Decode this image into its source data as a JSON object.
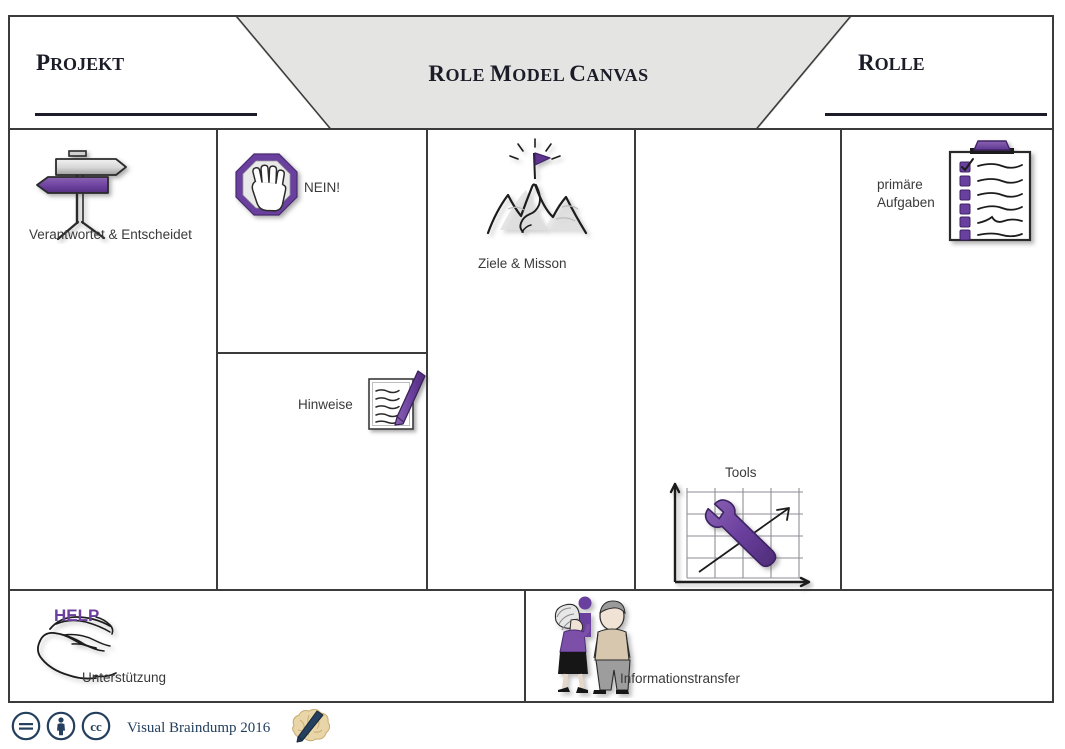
{
  "header": {
    "left_label": "PROJEKT",
    "left_label_display": "Projekt",
    "title": "ROLE MODEL CANVAS",
    "title_display": "Role Model Canvas",
    "right_label": "ROLLE",
    "right_label_display": "Rolle",
    "left_fill_line": "",
    "right_fill_line": "",
    "trapezoid_color": "#e4e4e2"
  },
  "cells": {
    "verantwortet": {
      "label": "Verantwortet & Entscheidet",
      "icon": "signpost-icon"
    },
    "nein": {
      "label": "NEIN!",
      "icon": "stop-hand-icon"
    },
    "hinweise": {
      "label": "Hinweise",
      "icon": "notepad-pen-icon"
    },
    "ziele": {
      "label": "Ziele & Misson",
      "icon": "mountain-flag-icon"
    },
    "tools": {
      "label": "Tools",
      "icon": "wrench-chart-icon"
    },
    "aufgaben": {
      "label": "primäre\nAufgaben",
      "label_line1": "primäre",
      "label_line2": "Aufgaben",
      "icon": "clipboard-checklist-icon"
    },
    "unterstuetzung": {
      "label": "Unterstützung",
      "icon": "helping-hands-icon",
      "icon_text": "HELP"
    },
    "infotransfer": {
      "label": "Informationstransfer",
      "icon": "two-people-info-icon"
    }
  },
  "footer": {
    "license_icons": [
      "cc-nd-icon",
      "cc-by-icon",
      "cc-icon"
    ],
    "credit": "Visual Braindump 2016",
    "logo": "brain-pen-logo"
  },
  "colors": {
    "accent_purple": "#6b3f9e",
    "accent_purple_light": "#7d56ab",
    "frame": "#3b3b3b",
    "header_fill": "#e4e4e2",
    "text": "#3a3a3a",
    "heading": "#1c1c28",
    "footer_text": "#24405e"
  }
}
